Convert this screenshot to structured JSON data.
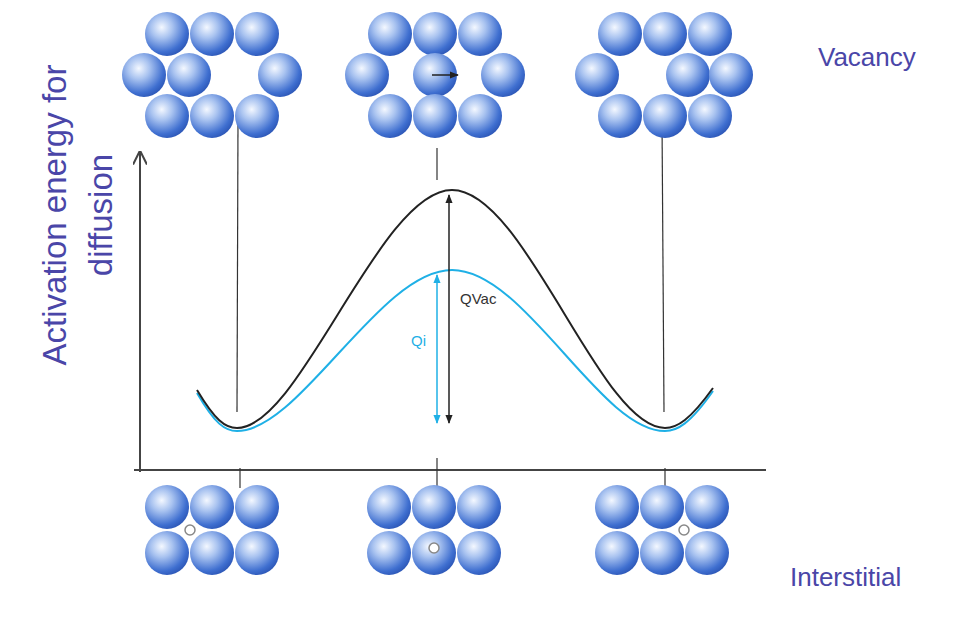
{
  "diagram": {
    "labels": [
      "Activation energy for diffusion",
      "Vacancy",
      "QVac",
      "Qi",
      "Interstitial"
    ]
  }
}
